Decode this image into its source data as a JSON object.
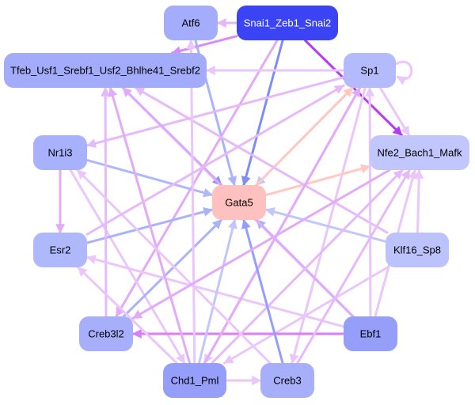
{
  "graph": {
    "nodes": [
      {
        "id": "Atf6",
        "label": "Atf6",
        "fill": "#a3adfb",
        "text_color": "#000000"
      },
      {
        "id": "Snai1_Zeb1_Snai2",
        "label": "Snai1_Zeb1_Snai2",
        "fill": "#3a44f5",
        "text_color": "#ffffff"
      },
      {
        "id": "Tfeb_Usf1_Srebf1_Usf2_Bhlhe41_Srebf2",
        "label": "Tfeb_Usf1_Srebf1_Usf2_Bhlhe41_Srebf2",
        "fill": "#a3acfb",
        "text_color": "#000000"
      },
      {
        "id": "Sp1",
        "label": "Sp1",
        "fill": "#b3bbfc",
        "text_color": "#000000"
      },
      {
        "id": "Nr1i3",
        "label": "Nr1i3",
        "fill": "#a8b1fb",
        "text_color": "#000000"
      },
      {
        "id": "Nfe2_Bach1_Mafk",
        "label": "Nfe2_Bach1_Mafk",
        "fill": "#c1c6fc",
        "text_color": "#000000"
      },
      {
        "id": "Gata5",
        "label": "Gata5",
        "fill": "#ffc0c0",
        "text_color": "#000000"
      },
      {
        "id": "Esr2",
        "label": "Esr2",
        "fill": "#b0b8fc",
        "text_color": "#000000"
      },
      {
        "id": "Klf16_Sp8",
        "label": "Klf16_Sp8",
        "fill": "#bcc2fc",
        "text_color": "#000000"
      },
      {
        "id": "Creb3l2",
        "label": "Creb3l2",
        "fill": "#a7affb",
        "text_color": "#000000"
      },
      {
        "id": "Ebf1",
        "label": "Ebf1",
        "fill": "#959ffa",
        "text_color": "#000000"
      },
      {
        "id": "Chd1_Pml",
        "label": "Chd1_Pml",
        "fill": "#959ffa",
        "text_color": "#000000"
      },
      {
        "id": "Creb3",
        "label": "Creb3",
        "fill": "#a7affb",
        "text_color": "#000000"
      }
    ],
    "edges": [
      {
        "from": "Snai1_Zeb1_Snai2",
        "to": "Atf6",
        "color": "#e6b8fa"
      },
      {
        "from": "Snai1_Zeb1_Snai2",
        "to": "Tfeb_Usf1_Srebf1_Usf2_Bhlhe41_Srebf2",
        "color": "#d98cf8"
      },
      {
        "from": "Snai1_Zeb1_Snai2",
        "to": "Nfe2_Bach1_Mafk",
        "color": "#b73af5"
      },
      {
        "from": "Snai1_Zeb1_Snai2",
        "to": "Gata5",
        "color": "#7f8cf6"
      },
      {
        "from": "Snai1_Zeb1_Snai2",
        "to": "Creb3l2",
        "color": "#e2aaf9"
      },
      {
        "from": "Atf6",
        "to": "Gata5",
        "color": "#a9b2fb"
      },
      {
        "from": "Sp1",
        "to": "Sp1",
        "color": "#eac6fb"
      },
      {
        "from": "Sp1",
        "to": "Tfeb_Usf1_Srebf1_Usf2_Bhlhe41_Srebf2",
        "color": "#eac6fb"
      },
      {
        "from": "Sp1",
        "to": "Nfe2_Bach1_Mafk",
        "color": "#eac6fb"
      },
      {
        "from": "Sp1",
        "to": "Nr1i3",
        "color": "#e6bafa"
      },
      {
        "from": "Sp1",
        "to": "Creb3",
        "color": "#eac6fb"
      },
      {
        "from": "Sp1",
        "to": "Chd1_Pml",
        "color": "#eac6fb"
      },
      {
        "from": "Sp1",
        "to": "Gata5",
        "color": "#c1c6fc"
      },
      {
        "from": "Gata5",
        "to": "Sp1",
        "color": "#ffc8c0"
      },
      {
        "from": "Gata5",
        "to": "Nfe2_Bach1_Mafk",
        "color": "#ffc8c0"
      },
      {
        "from": "Tfeb_Usf1_Srebf1_Usf2_Bhlhe41_Srebf2",
        "to": "Gata5",
        "color": "#8894f8"
      },
      {
        "from": "Nr1i3",
        "to": "Gata5",
        "color": "#b0b8fc"
      },
      {
        "from": "Nr1i3",
        "to": "Esr2",
        "color": "#e2aaf9"
      },
      {
        "from": "Nr1i3",
        "to": "Chd1_Pml",
        "color": "#eac6fb"
      },
      {
        "from": "Esr2",
        "to": "Gata5",
        "color": "#a9b2fb"
      },
      {
        "from": "Klf16_Sp8",
        "to": "Gata5",
        "color": "#c1c6fc"
      },
      {
        "from": "Klf16_Sp8",
        "to": "Nfe2_Bach1_Mafk",
        "color": "#eac6fb"
      },
      {
        "from": "Klf16_Sp8",
        "to": "Tfeb_Usf1_Srebf1_Usf2_Bhlhe41_Srebf2",
        "color": "#e6bafa"
      },
      {
        "from": "Klf16_Sp8",
        "to": "Chd1_Pml",
        "color": "#eac6fb"
      },
      {
        "from": "Creb3l2",
        "to": "Gata5",
        "color": "#a9b2fb"
      },
      {
        "from": "Creb3l2",
        "to": "Tfeb_Usf1_Srebf1_Usf2_Bhlhe41_Srebf2",
        "color": "#e6bafa"
      },
      {
        "from": "Ebf1",
        "to": "Gata5",
        "color": "#a9b2fb"
      },
      {
        "from": "Ebf1",
        "to": "Creb3l2",
        "color": "#d77ef8"
      },
      {
        "from": "Ebf1",
        "to": "Esr2",
        "color": "#eac6fb"
      },
      {
        "from": "Ebf1",
        "to": "Tfeb_Usf1_Srebf1_Usf2_Bhlhe41_Srebf2",
        "color": "#e2aaf9"
      },
      {
        "from": "Ebf1",
        "to": "Nfe2_Bach1_Mafk",
        "color": "#eac6fb"
      },
      {
        "from": "Ebf1",
        "to": "Sp1",
        "color": "#eac6fb"
      },
      {
        "from": "Chd1_Pml",
        "to": "Gata5",
        "color": "#c1c6fc"
      },
      {
        "from": "Chd1_Pml",
        "to": "Creb3",
        "color": "#eac6fb"
      },
      {
        "from": "Chd1_Pml",
        "to": "Tfeb_Usf1_Srebf1_Usf2_Bhlhe41_Srebf2",
        "color": "#e2aaf9"
      },
      {
        "from": "Chd1_Pml",
        "to": "Nfe2_Bach1_Mafk",
        "color": "#e6bafa"
      },
      {
        "from": "Chd1_Pml",
        "to": "Sp1",
        "color": "#e2aaf9"
      },
      {
        "from": "Chd1_Pml",
        "to": "Atf6",
        "color": "#eac6fb"
      },
      {
        "from": "Chd1_Pml",
        "to": "Esr2",
        "color": "#eac6fb"
      },
      {
        "from": "Creb3",
        "to": "Gata5",
        "color": "#959ffa"
      },
      {
        "from": "Creb3",
        "to": "Nfe2_Bach1_Mafk",
        "color": "#e6bafa"
      },
      {
        "from": "Creb3",
        "to": "Nr1i3",
        "color": "#eac6fb"
      },
      {
        "from": "Esr2",
        "to": "Sp1",
        "color": "#e6bafa"
      },
      {
        "from": "Nfe2_Bach1_Mafk",
        "to": "Creb3l2",
        "color": "#e2aaf9"
      }
    ]
  }
}
